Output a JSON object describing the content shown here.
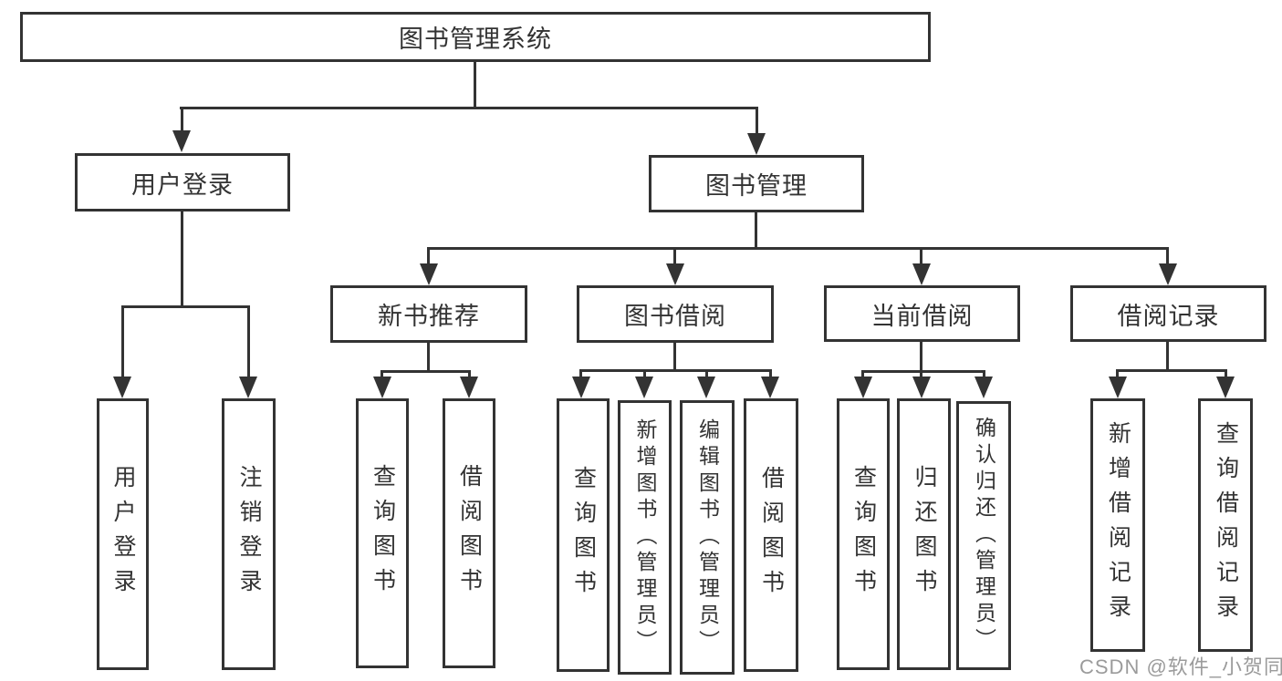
{
  "diagram": {
    "title": "图书管理系统",
    "root": {
      "label": "图书管理系统"
    },
    "user_login": {
      "label": "用户登录",
      "children": [
        {
          "label": "用户登录"
        },
        {
          "label": "注销登录"
        }
      ]
    },
    "book_mgmt": {
      "label": "图书管理",
      "sections": [
        {
          "label": "新书推荐",
          "children": [
            {
              "label": "查询图书"
            },
            {
              "label": "借阅图书"
            }
          ]
        },
        {
          "label": "图书借阅",
          "children": [
            {
              "label": "查询图书"
            },
            {
              "label": "新增图书（管理员）"
            },
            {
              "label": "编辑图书（管理员）"
            },
            {
              "label": "借阅图书"
            }
          ]
        },
        {
          "label": "当前借阅",
          "children": [
            {
              "label": "查询图书"
            },
            {
              "label": "归还图书"
            },
            {
              "label": "确认归还（管理员）"
            }
          ]
        },
        {
          "label": "借阅记录",
          "children": [
            {
              "label": "新增借阅记录"
            },
            {
              "label": "查询借阅记录"
            }
          ]
        }
      ]
    },
    "colors": {
      "line": "#333333",
      "text": "#333333",
      "background": "#ffffff",
      "watermark": "#9b9b9b"
    },
    "watermark": {
      "text": "CSDN @软件_小贺同学"
    }
  }
}
